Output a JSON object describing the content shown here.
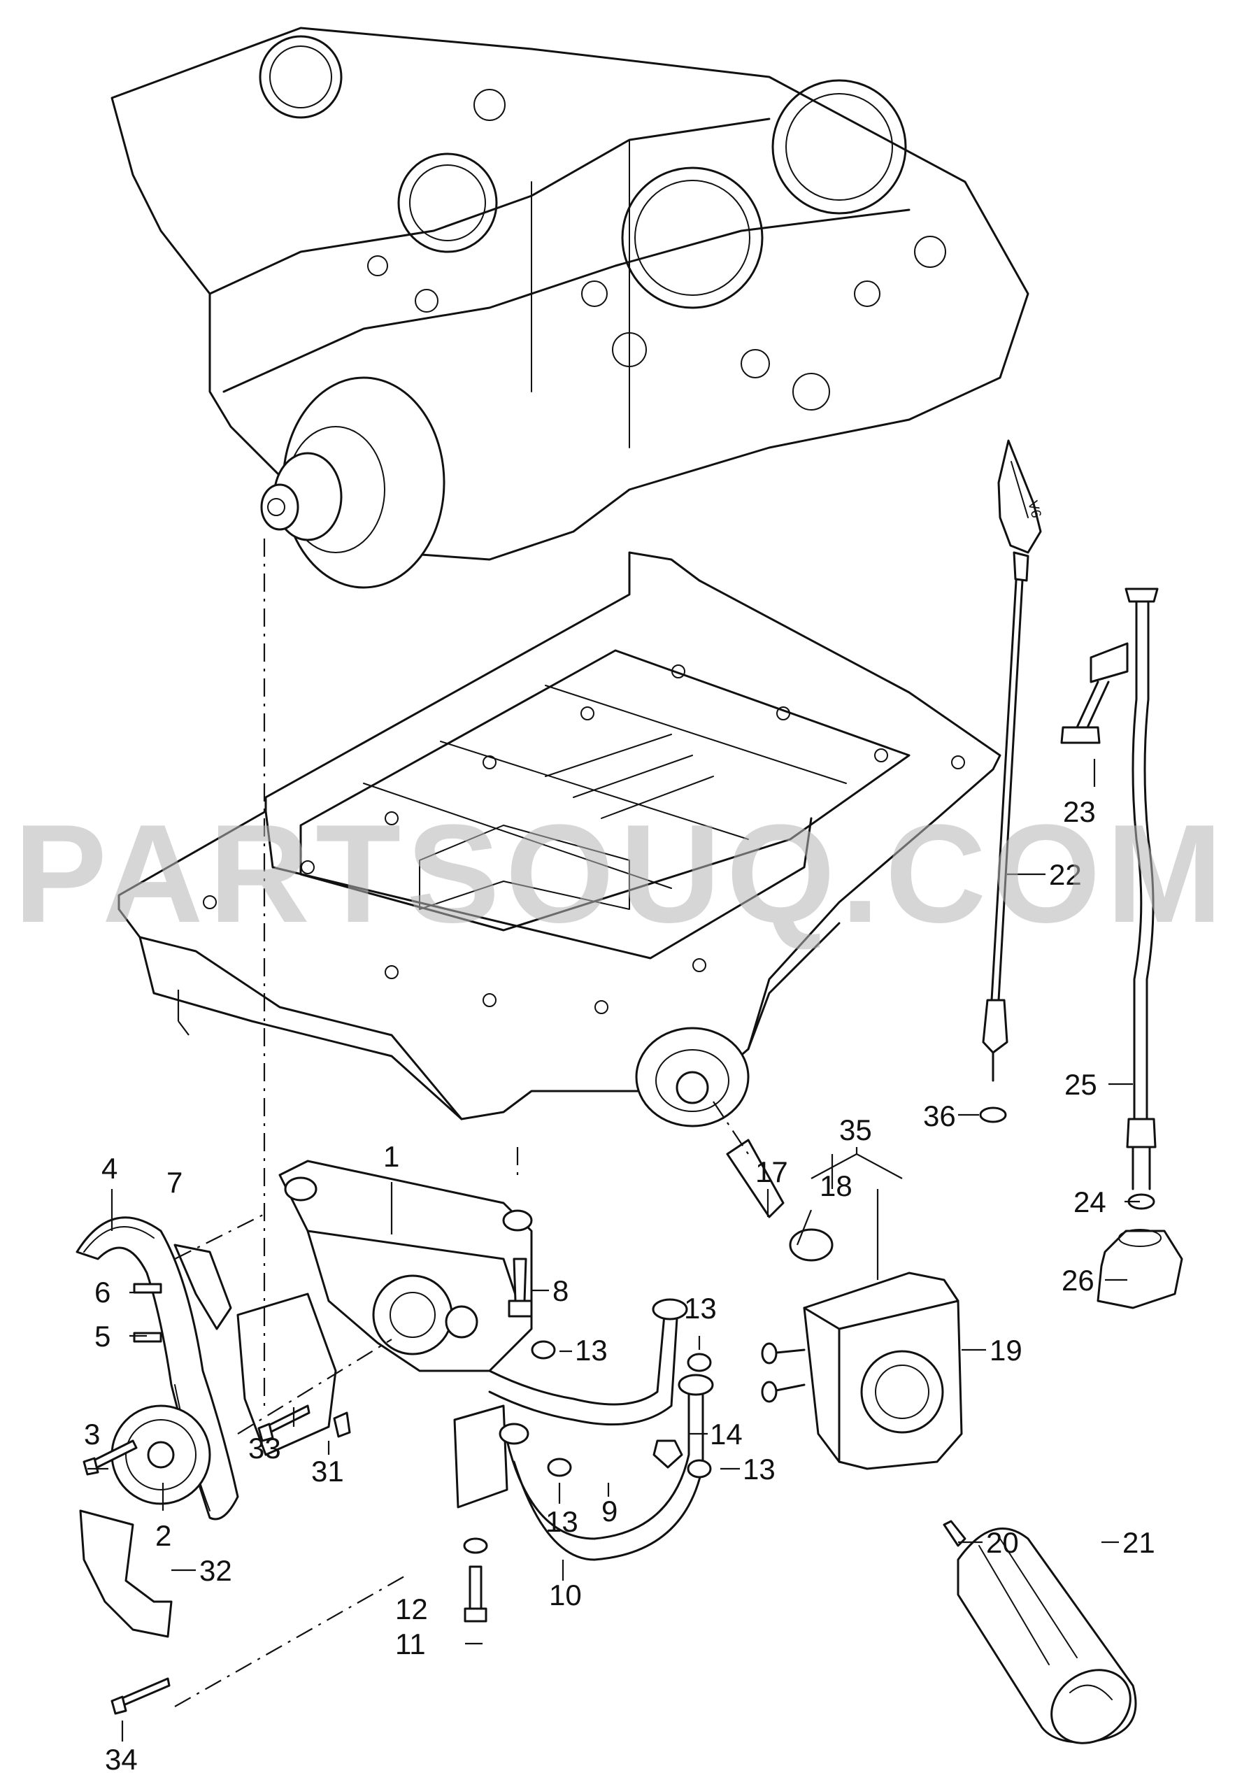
{
  "watermark": "PARTSOUQ.COM",
  "callouts": {
    "c1": "1",
    "c2": "2",
    "c3": "3",
    "c4": "4",
    "c5": "5",
    "c6": "6",
    "c7": "7",
    "c8": "8",
    "c9": "9",
    "c10": "10",
    "c11": "11",
    "c12": "12",
    "c13a": "13",
    "c13b": "13",
    "c13c": "13",
    "c13d": "13",
    "c14": "14",
    "c17": "17",
    "c18": "18",
    "c19": "19",
    "c20": "20",
    "c21": "21",
    "c22": "22",
    "c23": "23",
    "c24": "24",
    "c25": "25",
    "c26": "26",
    "c31": "31",
    "c32": "32",
    "c33": "33",
    "c34": "34",
    "c35": "35",
    "c36": "36"
  },
  "dipstick_marking": "V6"
}
